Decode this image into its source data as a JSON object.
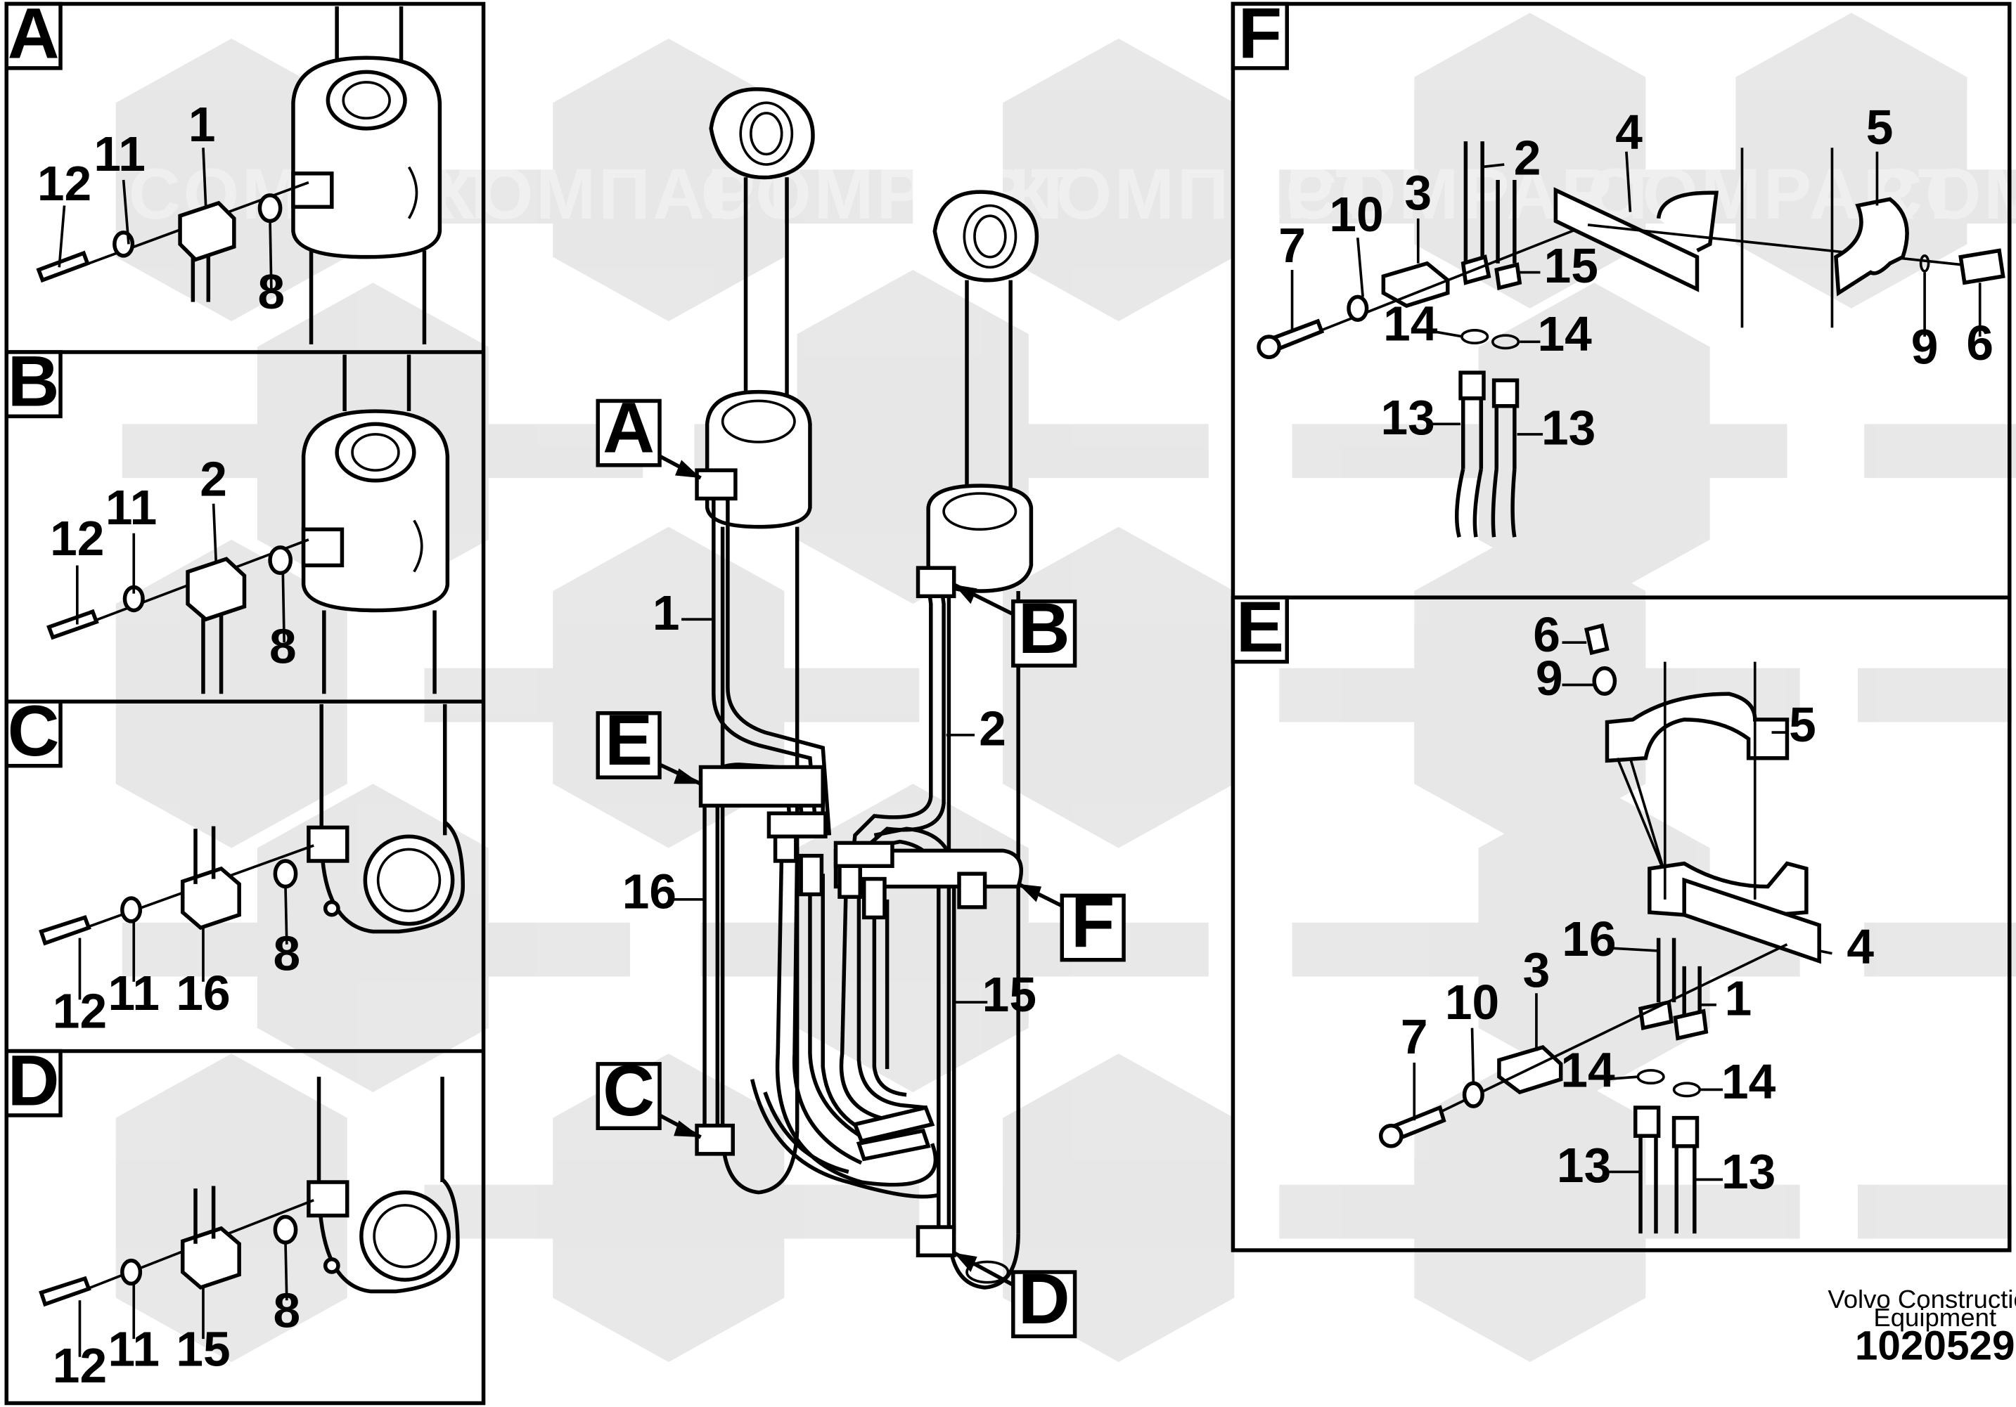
{
  "panels": {
    "A": {
      "tag": "A",
      "labels": [
        "12",
        "11",
        "1",
        "8"
      ]
    },
    "B": {
      "tag": "B",
      "labels": [
        "12",
        "11",
        "2",
        "8"
      ]
    },
    "C": {
      "tag": "C",
      "labels": [
        "12",
        "11",
        "16",
        "8"
      ]
    },
    "D": {
      "tag": "D",
      "labels": [
        "12",
        "11",
        "15",
        "8"
      ]
    },
    "F": {
      "tag": "F",
      "labels": [
        "7",
        "10",
        "3",
        "2",
        "15",
        "4",
        "5",
        "14",
        "14",
        "13",
        "13",
        "9",
        "6"
      ]
    },
    "E": {
      "tag": "E",
      "labels": [
        "6",
        "9",
        "5",
        "4",
        "16",
        "1",
        "3",
        "10",
        "7",
        "14",
        "14",
        "13",
        "13"
      ]
    }
  },
  "main": {
    "tags": [
      "A",
      "B",
      "E",
      "F",
      "C",
      "D"
    ],
    "labels": [
      "1",
      "2",
      "16",
      "15"
    ]
  },
  "watermarks": {
    "latin": "COMPART",
    "cyrillic": "КОМПАРТ"
  },
  "footer": {
    "line1": "Volvo Construction",
    "line2": "Equipment",
    "doc_number": "1020529"
  }
}
